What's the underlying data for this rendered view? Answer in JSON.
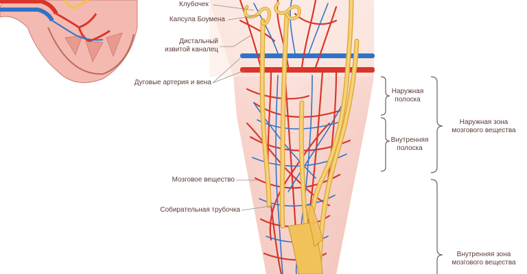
{
  "labels": {
    "glomerulus": "Клубочек",
    "bowman_capsule": "Капсула Боумена",
    "distal_tubule_line1": "Дистальный",
    "distal_tubule_line2": "извитой каналец",
    "arcuate_vessels": "Дуговые артерия и вена",
    "medulla": "Мозговое вещество",
    "collecting_duct": "Собирательная трубочка"
  },
  "zones": {
    "outer_stripe_line1": "Наружная",
    "outer_stripe_line2": "полоска",
    "inner_stripe_line1": "Внутренняя",
    "inner_stripe_line2": "полоска",
    "outer_zone_line1": "Наружная зона",
    "outer_zone_line2": "мозгового вещества",
    "inner_zone_line1": "Внутренняя зона",
    "inner_zone_line2": "мозгового вещества"
  },
  "colors": {
    "artery": "#d8352c",
    "vein": "#2f73c8",
    "tubule": "#f2c25a",
    "tissue": "#f6cfc6",
    "label_text": "#5a3a36",
    "leader_line": "#8a8a8a"
  }
}
